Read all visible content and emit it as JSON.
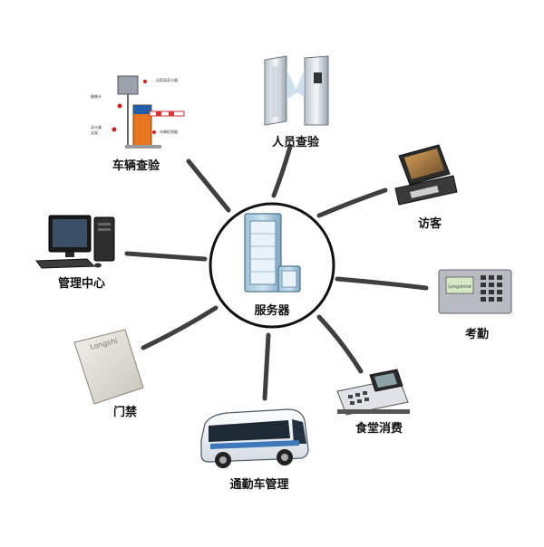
{
  "diagram": {
    "center": {
      "label": "服务器",
      "icon": "server-rack-icon"
    },
    "nodes": [
      {
        "id": "vehicle-check",
        "label": "车辆查验",
        "icon": "barrier-gate-icon",
        "annotations": [
          "远距离读卡器",
          "摄像头",
          "读卡器 支架",
          "车辆检测器"
        ]
      },
      {
        "id": "personnel-check",
        "label": "人员查验",
        "icon": "turnstile-icon"
      },
      {
        "id": "visitor",
        "label": "访客",
        "icon": "visitor-kiosk-icon"
      },
      {
        "id": "attendance",
        "label": "考勤",
        "icon": "attendance-terminal-icon",
        "device_text": "Longshine"
      },
      {
        "id": "canteen",
        "label": "食堂消费",
        "icon": "pos-terminal-icon"
      },
      {
        "id": "shuttle",
        "label": "通勤车管理",
        "icon": "bus-icon"
      },
      {
        "id": "access-control",
        "label": "门禁",
        "icon": "card-reader-icon",
        "device_text": "Longshi"
      },
      {
        "id": "management",
        "label": "管理中心",
        "icon": "desktop-computer-icon"
      }
    ]
  }
}
